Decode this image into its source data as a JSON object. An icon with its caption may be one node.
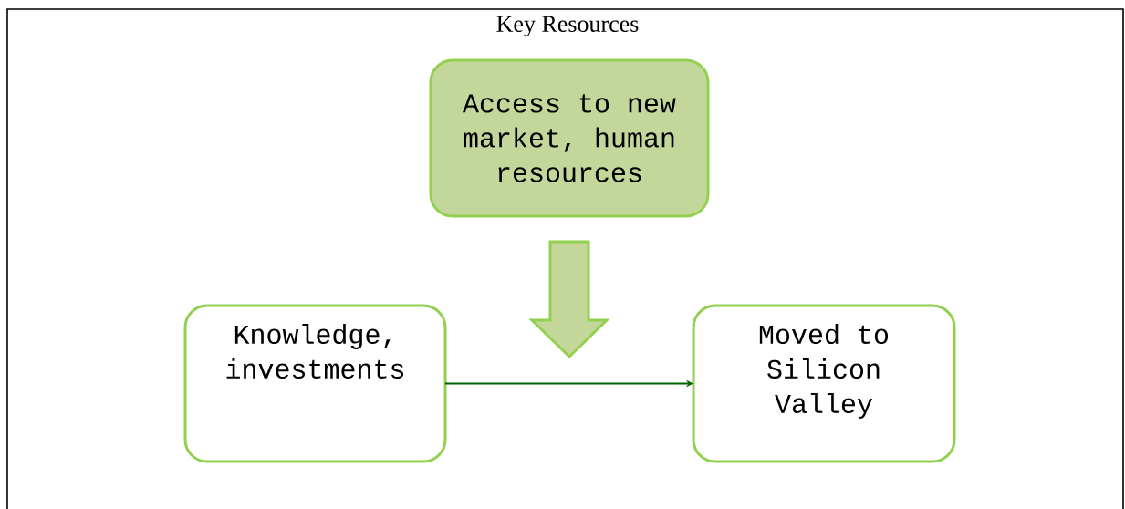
{
  "diagram": {
    "title": "Key Resources",
    "nodes": [
      {
        "text": [
          "Access to new market, human resources"
        ]
      },
      {
        "text": [
          "Knowledge, investments"
        ]
      },
      {
        "text": [
          "Moved to Silicon Valley"
        ]
      }
    ],
    "edges": [
      {
        "from": 1,
        "to": 2,
        "arrow": "to",
        "color": "#006400"
      },
      {
        "from": 0,
        "to": null,
        "arrow": "to",
        "style": "thick"
      }
    ]
  }
}
